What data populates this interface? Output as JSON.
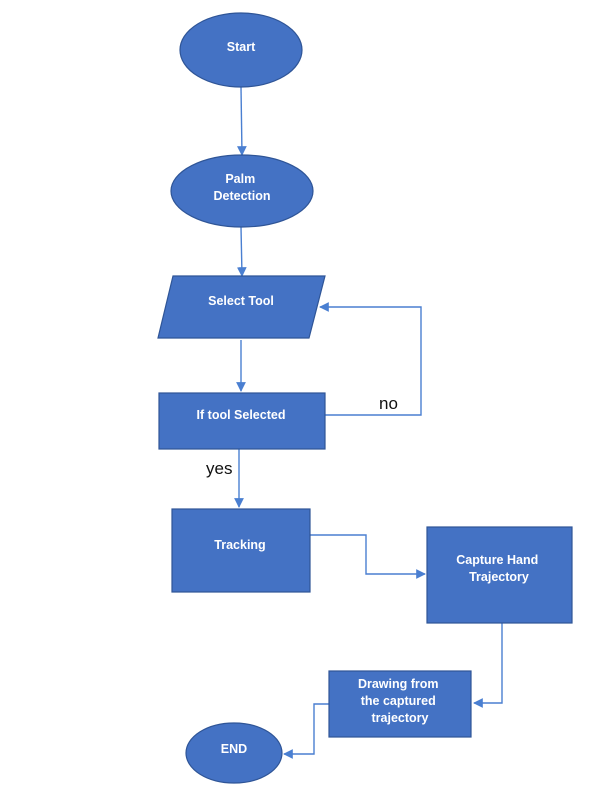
{
  "colors": {
    "node_fill": "#4472c4",
    "node_stroke": "#2f5597",
    "edge": "#4a7fd1",
    "label": "#111111"
  },
  "nodes": {
    "start": {
      "label": [
        "Start"
      ]
    },
    "palm": {
      "label": [
        "Palm",
        "Detection"
      ]
    },
    "select": {
      "label": [
        "Select Tool"
      ]
    },
    "decision": {
      "label": [
        "If tool Selected"
      ]
    },
    "tracking": {
      "label": [
        "Tracking"
      ]
    },
    "capture": {
      "label": [
        "Capture Hand",
        "Trajectory"
      ]
    },
    "drawing": {
      "label": [
        "Drawing from",
        "the captured",
        "trajectory"
      ]
    },
    "end": {
      "label": [
        "END"
      ]
    }
  },
  "edges": {
    "no_label": "no",
    "yes_label": "yes"
  }
}
